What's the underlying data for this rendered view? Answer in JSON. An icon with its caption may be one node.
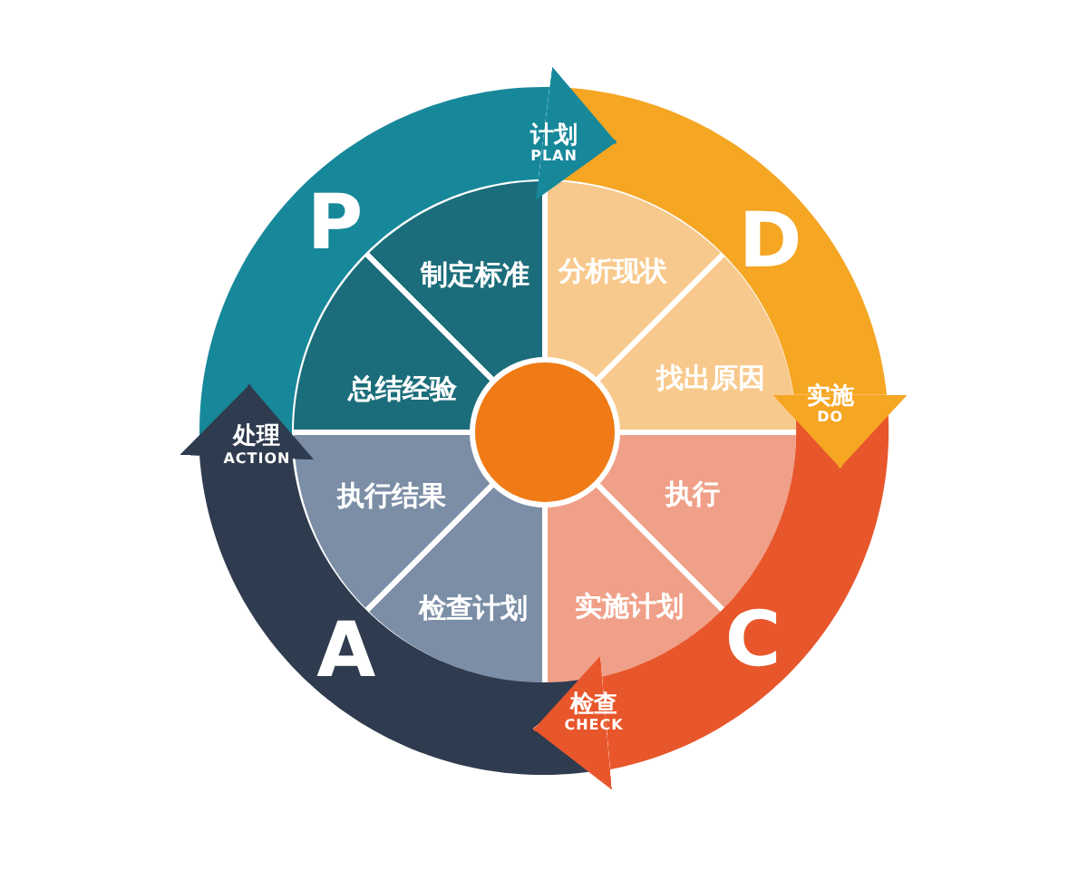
{
  "diagram": {
    "nodes": [
      {
        "text": [
          "P"
        ]
      },
      {
        "text": [
          "D"
        ]
      },
      {
        "text": [
          "C"
        ]
      },
      {
        "text": [
          "A"
        ]
      },
      {
        "text": [
          "制定标准"
        ]
      },
      {
        "text": [
          "分析现状"
        ]
      },
      {
        "text": [
          "找出原因"
        ]
      },
      {
        "text": [
          "执行"
        ]
      },
      {
        "text": [
          "实施计划"
        ]
      },
      {
        "text": [
          "检查计划"
        ]
      },
      {
        "text": [
          "执行结果"
        ]
      },
      {
        "text": [
          "总结经验"
        ]
      },
      {
        "text": [],
        "shape": "circle"
      }
    ],
    "edges": [
      {
        "from": 0,
        "to": 1,
        "arrow": "to",
        "label": "计划 PLAN",
        "color": "#17889a"
      },
      {
        "from": 1,
        "to": 2,
        "arrow": "to",
        "label": "实施 DO",
        "color": "#f5a623"
      },
      {
        "from": 2,
        "to": 3,
        "arrow": "to",
        "label": "检查 CHECK",
        "color": "#e8562b"
      },
      {
        "from": 3,
        "to": 0,
        "arrow": "to",
        "label": "处理 ACTION",
        "color": "#2f3b4f"
      }
    ]
  }
}
